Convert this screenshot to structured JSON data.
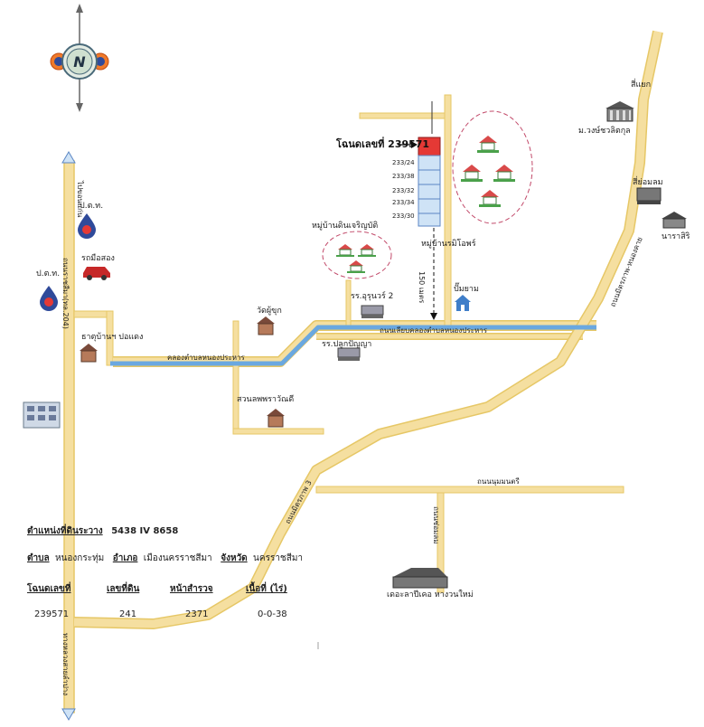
{
  "compass": {
    "letter": "N"
  },
  "plot": {
    "deed_label": "โฉนดเลขที่ 239571",
    "subplots": [
      "233/24",
      "233/38",
      "233/32",
      "233/34",
      "233/30"
    ],
    "distance_label": "150 เมตร",
    "highlight_color": "#e53935"
  },
  "labels": {
    "ptt_top": "ป.ต.ท.",
    "ptt_left": "ป.ต.ท.",
    "car_dealer": "รถมือสอง",
    "left_building": "ธาตุบ้านฯ ปอแดง",
    "canal": "คลองตำบลหนองประหาร",
    "village_left": "หมู่บ้านดินเจริญบัติ",
    "village_right": "หมู่บ้านรมิโอพร์",
    "school_1": "รร.อุรุนวร์ 2",
    "school_2": "รร.ปลูกปัญญา",
    "gas_station": "ปั๊มยาม",
    "temple_1": "วัดผู้ขุก",
    "temple_2": "สวนลพพราวัณดี",
    "university": "ม.วงษ์ชวลิตกุล",
    "intersection": "สี่แยก",
    "junction": "สี่ย่อมลม",
    "naratsiri": "นาราสิริ",
    "road_main_north": "ถนนมิตรภาพ-หนองคาย",
    "road_left_vertical": "ถนนราชสีมา(ทล.204)",
    "road_horizontal": "ถนนเลียบคลองตำบลหนองประหาร",
    "road_diagonal": "ถนนมิตรภาพ 3",
    "road_east": "ถนนนุมมนตรี",
    "road_vertical_south": "ถนนซ่อมลม",
    "road_left_bottom": "ทางหลวงสายลำปาง",
    "factory": "เดอะลาปีเคอ หางวนใหม่",
    "sign_top_left": "ไปขอนแก่น"
  },
  "info": {
    "grid_label": "ตำแหน่งที่ดินระวาง",
    "grid_value": "5438 IV 8658",
    "tambon_label": "ตำบล",
    "tambon_value": "หนองกระทุ่ม",
    "amphoe_label": "อำเภอ",
    "amphoe_value": "เมืองนครราชสีมา",
    "province_label": "จังหวัด",
    "province_value": "นครราชสีมา",
    "col_deed": "โฉนดเลขที่",
    "col_land_no": "เลขที่ดิน",
    "col_survey": "หน้าสำรวจ",
    "col_area": "เนื้อที่ (ไร่)",
    "deed_no": "239571",
    "land_no": "241",
    "survey_no": "2371",
    "area": "0-0-38"
  },
  "colors": {
    "road_fill": "#f5dfa0",
    "road_edge": "#e6c766",
    "canal": "#6aa8e0",
    "plot_blue": "#cfe3f6",
    "village_ring": "#c24a6a"
  }
}
